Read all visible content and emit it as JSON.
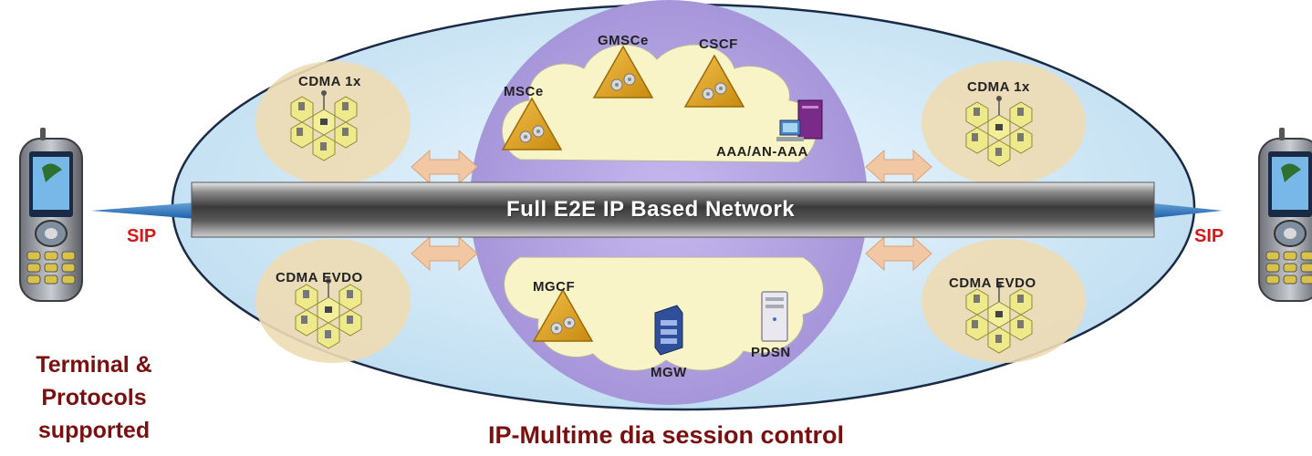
{
  "bar_label": "Full E2E IP Based Network",
  "core": {
    "top_nodes": [
      "MSCe",
      "GMSCe",
      "CSCF",
      "AAA/AN-AAA"
    ],
    "bottom_nodes": [
      "MGCF",
      "MGW",
      "PDSN"
    ]
  },
  "access": {
    "left_top": "CDMA 1x",
    "left_bottom": "CDMA EVDO",
    "right_top": "CDMA 1x",
    "right_bottom": "CDMA EVDO"
  },
  "protocol_left": "SIP",
  "protocol_right": "SIP",
  "terminal_caption": [
    "Terminal &",
    "Protocols",
    "supported"
  ],
  "bottom_caption": "IP-Multime dia session control",
  "icons": [
    "mobile-phone-icon",
    "switch-triangle-icon",
    "computer-server-icon",
    "media-gateway-icon",
    "server-tower-icon",
    "hexagon-cell-icon",
    "double-arrow-icon"
  ],
  "colors": {
    "outer_ellipse": "#d6ecf8",
    "core_circle": "#b3a3e0",
    "cloud": "#f8f4c8",
    "access_region": "#eedcb4",
    "bar_dark": "#3a3a3a",
    "label_red": "#d41818",
    "caption_maroon": "#7a0f0f",
    "arrow_blue": "#1a5fa8"
  }
}
